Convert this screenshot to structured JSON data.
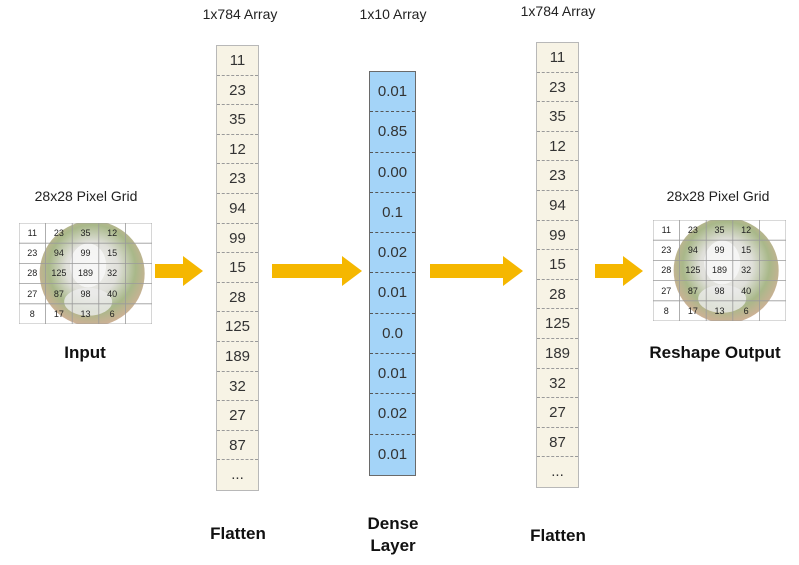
{
  "input": {
    "title": "28x28 Pixel Grid",
    "label": "Input",
    "cells": [
      [
        "11",
        "23",
        "35",
        "12",
        ""
      ],
      [
        "23",
        "94",
        "99",
        "15",
        ""
      ],
      [
        "28",
        "125",
        "189",
        "32",
        ""
      ],
      [
        "27",
        "87",
        "98",
        "40",
        ""
      ],
      [
        "8",
        "17",
        "13",
        "6",
        ""
      ]
    ]
  },
  "flatten1": {
    "title": "1x784 Array",
    "label": "Flatten",
    "values": [
      "11",
      "23",
      "35",
      "12",
      "23",
      "94",
      "99",
      "15",
      "28",
      "125",
      "189",
      "32",
      "27",
      "87",
      "..."
    ]
  },
  "dense": {
    "title": "1x10 Array",
    "label_line1": "Dense",
    "label_line2": "Layer",
    "values": [
      "0.01",
      "0.85",
      "0.00",
      "0.1",
      "0.02",
      "0.01",
      "0.0",
      "0.01",
      "0.02",
      "0.01"
    ]
  },
  "flatten2": {
    "title": "1x784 Array",
    "label": "Flatten",
    "values": [
      "11",
      "23",
      "35",
      "12",
      "23",
      "94",
      "99",
      "15",
      "28",
      "125",
      "189",
      "32",
      "27",
      "87",
      "..."
    ]
  },
  "output": {
    "title": "28x28 Pixel Grid",
    "label": "Reshape Output",
    "cells": [
      [
        "11",
        "23",
        "35",
        "12",
        ""
      ],
      [
        "23",
        "94",
        "99",
        "15",
        ""
      ],
      [
        "28",
        "125",
        "189",
        "32",
        ""
      ],
      [
        "27",
        "87",
        "98",
        "40",
        ""
      ],
      [
        "8",
        "17",
        "13",
        "6",
        ""
      ]
    ]
  },
  "colors": {
    "arrow": "#f5b700",
    "dense_fill": "#a4d4f8",
    "array_fill": "#f7f3e5"
  }
}
